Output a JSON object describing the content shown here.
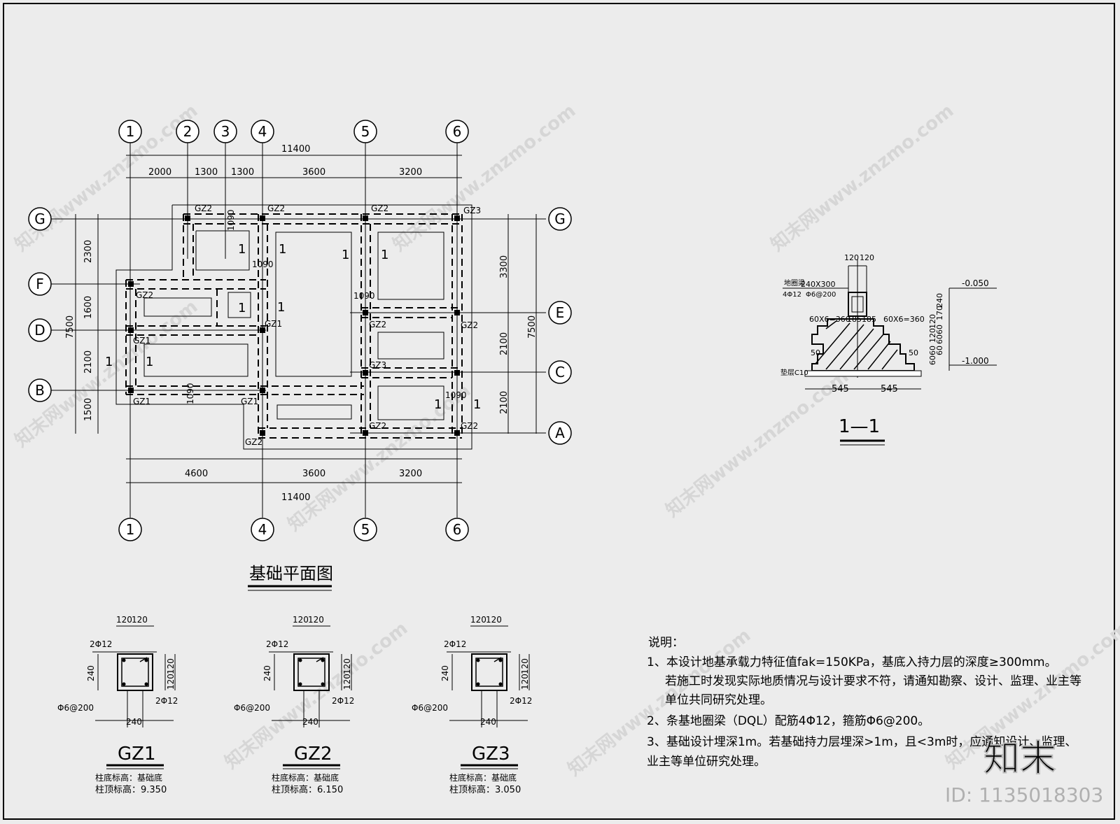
{
  "plan": {
    "title": "基础平面图",
    "axes_top": [
      "1",
      "2",
      "3",
      "4",
      "5",
      "6"
    ],
    "axes_bottom": [
      "1",
      "4",
      "5",
      "6"
    ],
    "axes_left": [
      "G",
      "F",
      "D",
      "B"
    ],
    "axes_right": [
      "G",
      "E",
      "C",
      "A"
    ],
    "dims_top": [
      "2000",
      "1300",
      "1300",
      "3600",
      "3200"
    ],
    "dims_top_total": "11400",
    "dims_bottom": [
      "4600",
      "3600",
      "3200"
    ],
    "dims_bottom_total": "11400",
    "dims_left": [
      "2300",
      "1600",
      "2100",
      "1500"
    ],
    "dims_left_total": "7500",
    "dims_right": [
      "3300",
      "2100",
      "2100"
    ],
    "dims_right_total": "7500",
    "col_labels": {
      "gz1": "GZ1",
      "gz2": "GZ2",
      "gz3": "GZ3"
    },
    "offset_1090": "1090",
    "section_mark": "1"
  },
  "section": {
    "title": "1—1",
    "dim_top": [
      "120",
      "120"
    ],
    "beam_name": "地圈梁",
    "beam_size": "240X300",
    "beam_rebar": "4Φ12",
    "beam_stirrup": "Φ6@200",
    "step_left": "60X6=360",
    "step_mid": "185185",
    "step_right": "60X6=360",
    "elev_top": "-0.050",
    "elev_bottom": "-1.000",
    "right_dims": [
      "240",
      "170",
      "60",
      "60",
      "60",
      "120",
      "120",
      "60",
      "60"
    ],
    "step_50": "50",
    "cushion": "垫层C10",
    "bottom_dims": [
      "545",
      "545"
    ]
  },
  "columns": [
    {
      "name": "GZ1",
      "top": [
        "120",
        "120"
      ],
      "rebar1": "2Φ12",
      "rebar2": "2Φ12",
      "h": "240",
      "side": [
        "120",
        "120"
      ],
      "stirrup": "Φ6@200",
      "w": "240",
      "base_label": "柱底标高：基础底",
      "top_label": "柱顶标高：9.350"
    },
    {
      "name": "GZ2",
      "top": [
        "120",
        "120"
      ],
      "rebar1": "2Φ12",
      "rebar2": "2Φ12",
      "h": "240",
      "side": [
        "120",
        "120"
      ],
      "stirrup": "Φ6@200",
      "w": "240",
      "base_label": "柱底标高：基础底",
      "top_label": "柱顶标高：6.150"
    },
    {
      "name": "GZ3",
      "top": [
        "120",
        "120"
      ],
      "rebar1": "2Φ12",
      "rebar2": "2Φ12",
      "h": "240",
      "side": [
        "120",
        "120"
      ],
      "stirrup": "Φ6@200",
      "w": "240",
      "base_label": "柱底标高：基础底",
      "top_label": "柱顶标高：3.050"
    }
  ],
  "notes": {
    "title": "说明：",
    "lines": [
      "1、本设计地基承载力特征值fak=150KPa，基底入持力层的深度≥300mm。",
      "若施工时发现实际地质情况与设计要求不符，请通知勘察、设计、监理、业主等",
      "单位共同研究处理。",
      "2、条基地圈梁（DQL）配筋4Φ12，箍筋Φ6@200。",
      "3、基础设计埋深1m。若基础持力层埋深>1m，且<3m时，应通知设计、监理、",
      "业主等单位研究处理。"
    ]
  },
  "watermark": {
    "logo": "知末",
    "id": "ID: 1135018303",
    "text": "知末网www.znzmo.com"
  }
}
